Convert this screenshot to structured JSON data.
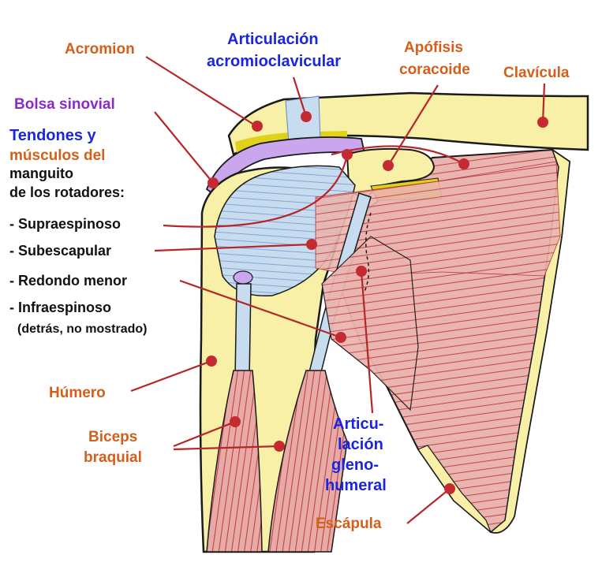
{
  "labels": {
    "acromion": "Acromion",
    "articulacion_ac_line1": "Articulación",
    "articulacion_ac_line2": "acromioclavicular",
    "apofisis_line1": "Apófisis",
    "apofisis_line2": "coracoide",
    "clavicula": "Clavícula",
    "bolsa_sinovial": "Bolsa sinovial",
    "tendones_line1": "Tendones y",
    "tendones_line2": "músculos del",
    "tendones_line3": "manguito",
    "tendones_line4": "de los rotadores:",
    "supraespinoso": "- Supraespinoso",
    "subescapular": "- Subescapular",
    "redondo_menor": "- Redondo menor",
    "infraespinoso": "- Infraespinoso",
    "infraespinoso_note": "(detrás, no mostrado)",
    "humero": "Húmero",
    "biceps_line1": "Biceps",
    "biceps_line2": "braquial",
    "gleno_line1": "Articu-",
    "gleno_line2": "lación",
    "gleno_line3": "gleno-",
    "gleno_line4": "humeral",
    "escapula": "Escápula"
  },
  "colors": {
    "bone": "#f7f0a6",
    "bone_outline": "#1a1a1a",
    "muscle": "#eab5b0",
    "muscle_fiber": "#b2282d",
    "tendon": "#c8dcf0",
    "bursa": "#c9a6ee",
    "cartilage": "#e0d21a",
    "label_orange": "#d45f1a",
    "label_blue": "#1b25e0",
    "label_purple": "#8a2cc0",
    "leader_line": "#b5262a"
  }
}
